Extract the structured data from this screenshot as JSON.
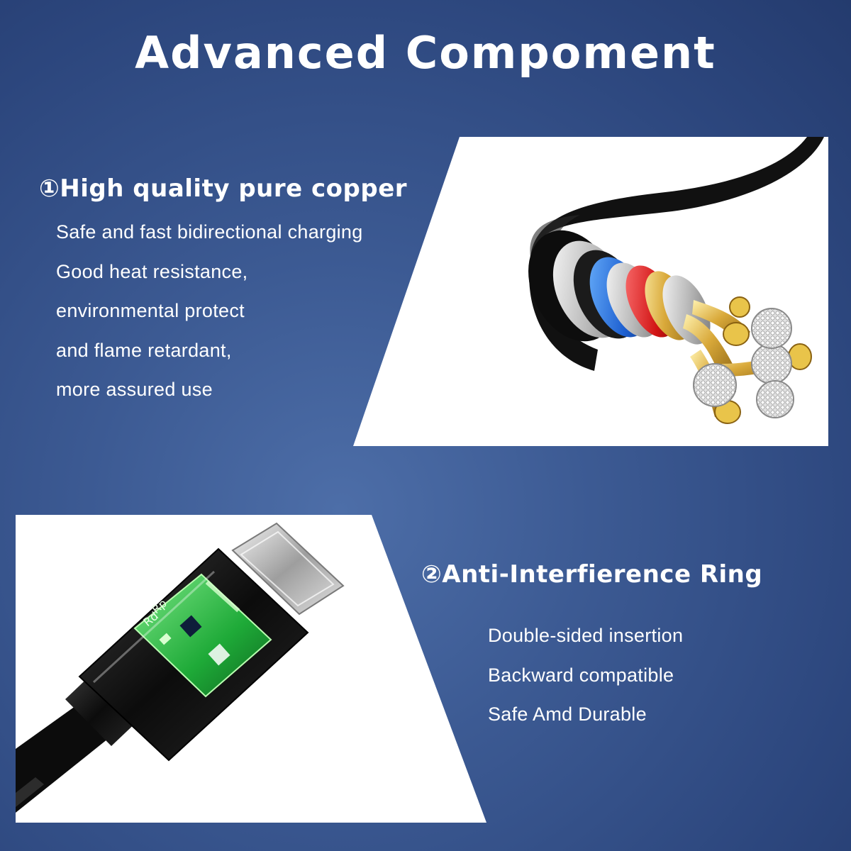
{
  "title": "Advanced Compoment",
  "sections": [
    {
      "heading": "①High quality pure copper",
      "features": [
        "Safe and fast bidirectional charging",
        "Good heat resistance,",
        "environmental protect",
        "and flame retardant,",
        "more assured use"
      ],
      "image_icon": "cable-cross-section-icon"
    },
    {
      "heading": "②Anti-Interfierence Ring",
      "features": [
        "Double-sided insertion",
        "Backward compatible",
        "Safe Amd Durable"
      ],
      "image_icon": "usb-c-connector-icon"
    }
  ],
  "colors": {
    "background": "#34508a",
    "panel": "#ffffff",
    "text": "#ffffff"
  }
}
